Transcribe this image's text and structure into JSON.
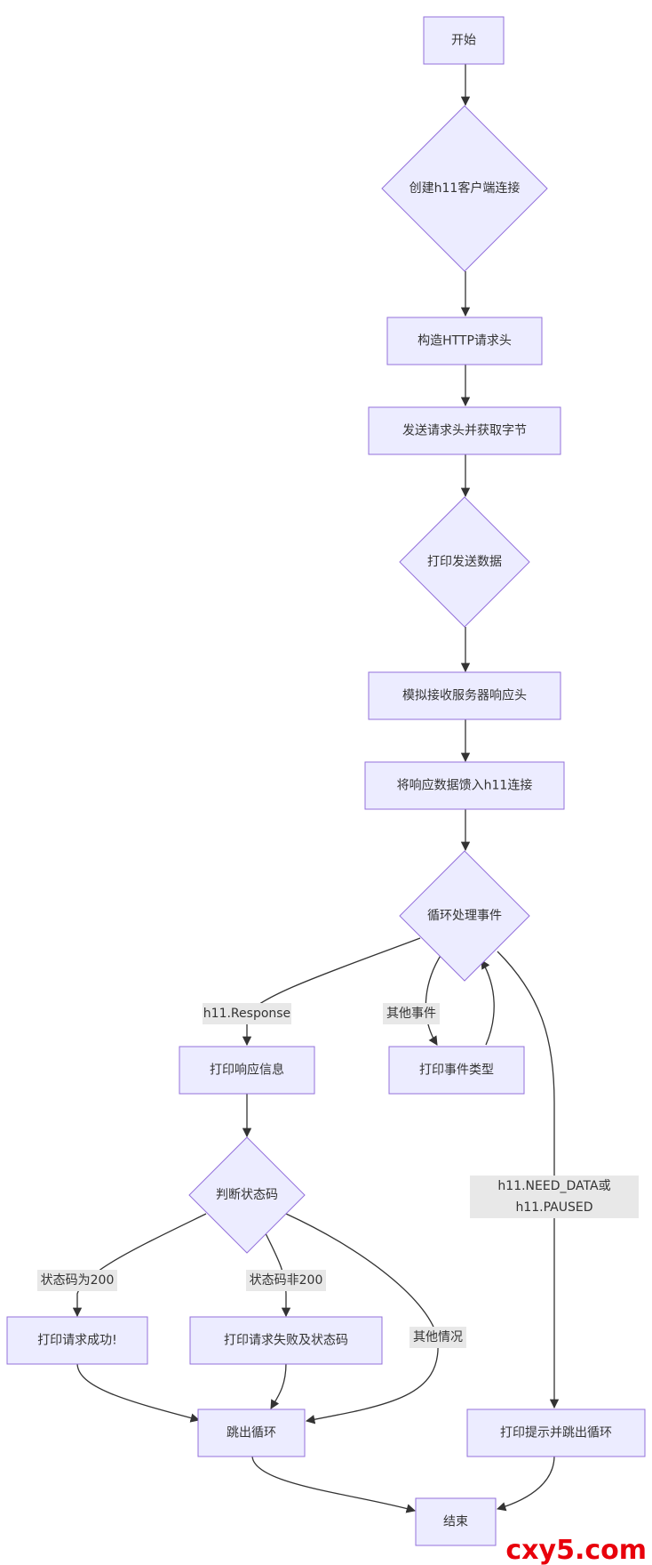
{
  "nodes": {
    "start": "开始",
    "create_conn": "创建h11客户端连接",
    "build_headers": "构造HTTP请求头",
    "send_headers": "发送请求头并获取字节",
    "print_sent": "打印发送数据",
    "simulate_response": "模拟接收服务器响应头",
    "feed_data": "将响应数据馈入h11连接",
    "event_loop": "循环处理事件",
    "print_response": "打印响应信息",
    "print_event_type": "打印事件类型",
    "check_status": "判断状态码",
    "print_success": "打印请求成功!",
    "print_failure": "打印请求失败及状态码",
    "break_loop": "跳出循环",
    "print_hint_break": "打印提示并跳出循环",
    "end": "结束"
  },
  "edge_labels": {
    "response": "h11.Response",
    "other_event": "其他事件",
    "need_data_line1": "h11.NEED_DATA或",
    "need_data_line2": "h11.PAUSED",
    "status_200": "状态码为200",
    "status_not_200": "状态码非200",
    "other_case": "其他情况"
  },
  "watermark": "cxy5.com",
  "colors": {
    "node_fill": "#ECECFF",
    "node_stroke": "#9370DB",
    "edge": "#333333",
    "label_bg": "#e8e8e8",
    "watermark": "#e8000b"
  }
}
